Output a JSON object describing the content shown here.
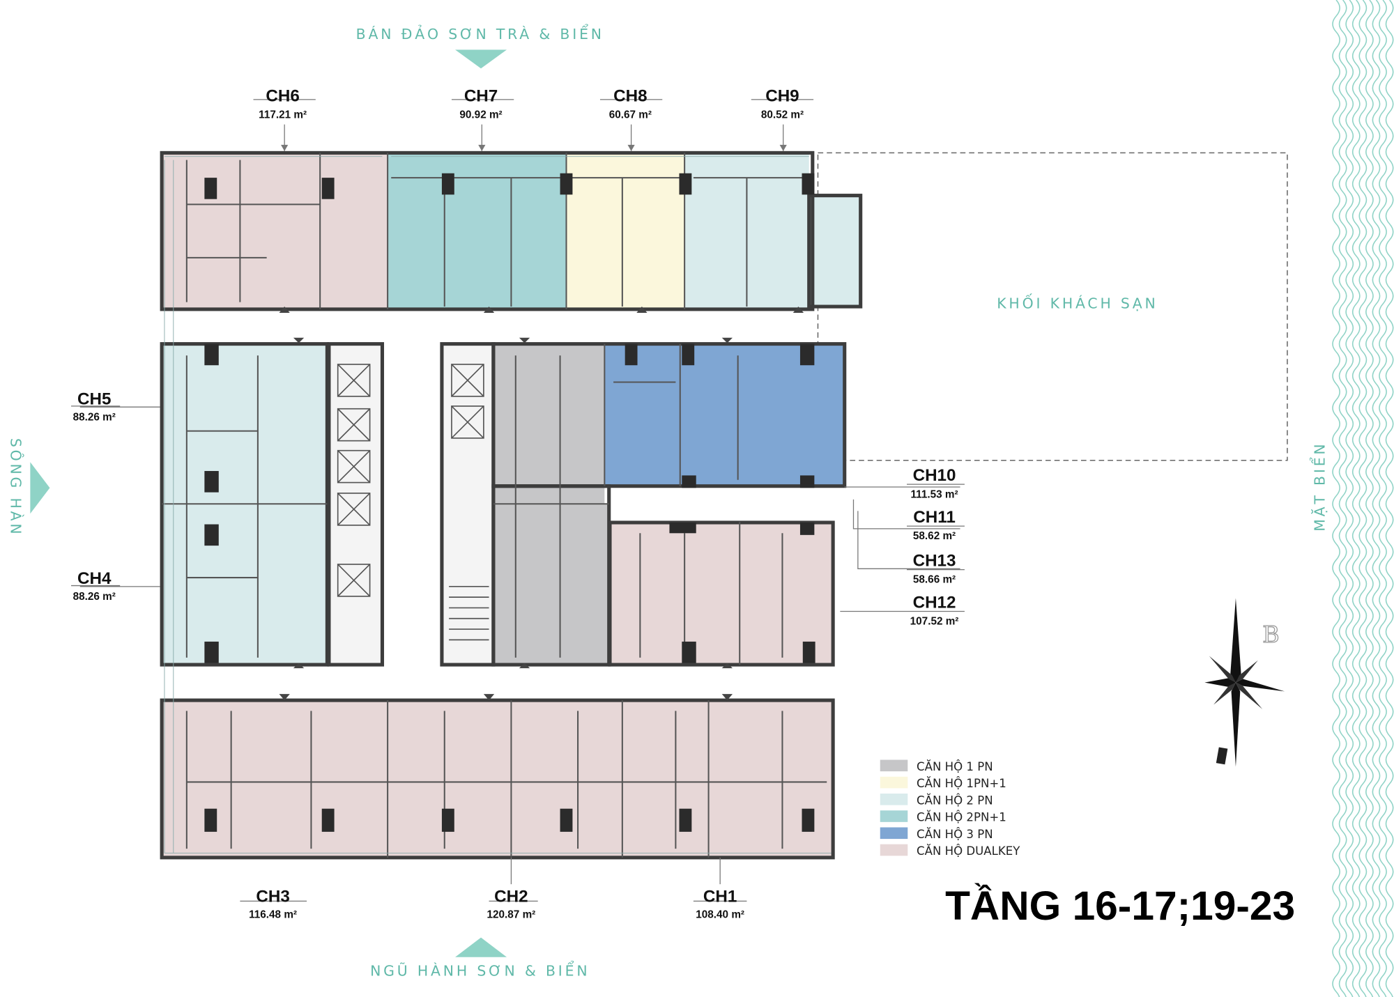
{
  "directions": {
    "top": "BÁN ĐẢO SƠN TRÀ & BIỂN",
    "bottom": "NGŨ HÀNH SƠN & BIỂN",
    "left": "SÔNG HÀN",
    "right": "MẶT BIỂN"
  },
  "hotel_block": "KHỐI KHÁCH SẠN",
  "compass_letter": "B",
  "floor_title": "TẦNG 16-17;19-23",
  "units": [
    {
      "id": "CH1",
      "area": "108.40 m²",
      "type": "dualkey"
    },
    {
      "id": "CH2",
      "area": "120.87 m²",
      "type": "dualkey"
    },
    {
      "id": "CH3",
      "area": "116.48 m²",
      "type": "dualkey"
    },
    {
      "id": "CH4",
      "area": "88.26 m²",
      "type": "2pn"
    },
    {
      "id": "CH5",
      "area": "88.26 m²",
      "type": "2pn"
    },
    {
      "id": "CH6",
      "area": "117.21 m²",
      "type": "dualkey"
    },
    {
      "id": "CH7",
      "area": "90.92 m²",
      "type": "2pn1"
    },
    {
      "id": "CH8",
      "area": "60.67 m²",
      "type": "1pn1"
    },
    {
      "id": "CH9",
      "area": "80.52 m²",
      "type": "2pn"
    },
    {
      "id": "CH10",
      "area": "111.53 m²",
      "type": "3pn"
    },
    {
      "id": "CH11",
      "area": "58.62 m²",
      "type": "1pn"
    },
    {
      "id": "CH13",
      "area": "58.66 m²",
      "type": "1pn"
    },
    {
      "id": "CH12",
      "area": "107.52 m²",
      "type": "dualkey"
    }
  ],
  "legend": [
    {
      "label": "CĂN HỘ 1 PN",
      "color": "#c6c6c8"
    },
    {
      "label": "CĂN HỘ 1PN+1",
      "color": "#fbf7dc"
    },
    {
      "label": "CĂN HỘ 2 PN",
      "color": "#d9ebec"
    },
    {
      "label": "CĂN HỘ 2PN+1",
      "color": "#a6d5d6"
    },
    {
      "label": "CĂN HỘ 3 PN",
      "color": "#7fa6d3"
    },
    {
      "label": "CĂN HỘ DUALKEY",
      "color": "#e7d7d7"
    }
  ]
}
